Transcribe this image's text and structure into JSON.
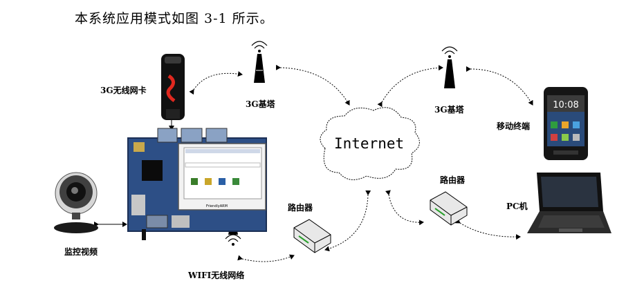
{
  "caption": "本系统应用模式如图 3-1 所示。",
  "labels": {
    "modem": "3G无线网卡",
    "tower_left": "3G基塔",
    "tower_right": "3G基塔",
    "internet": "Internet",
    "mobile": "移动终端",
    "router_left": "路由器",
    "router_right": "路由器",
    "pc": "PC机",
    "webcam": "监控视频",
    "wifi": "WIFI无线网络"
  },
  "board_logo": "FriendlyARM",
  "phone_time": "10:08",
  "icons": [
    "3g-modem-icon",
    "cell-tower-icon",
    "arm-board-icon",
    "webcam-icon",
    "wifi-antenna-icon",
    "router-icon",
    "smartphone-icon",
    "laptop-icon",
    "cloud-icon"
  ]
}
